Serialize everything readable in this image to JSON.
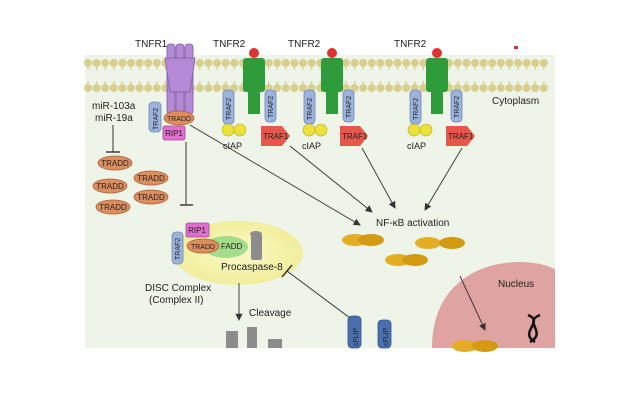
{
  "receptors": {
    "tnfr1": "TNFR1",
    "tnfr2_a": "TNFR2",
    "tnfr2_b": "TNFR2",
    "tnfr2_c": "TNFR2"
  },
  "compartments": {
    "cytoplasm": "Cytoplasm",
    "nucleus": "Nucleus"
  },
  "mirna": {
    "line1": "miR-103a",
    "line2": "miR-19a"
  },
  "adaptors": {
    "traf2": "TRAF2",
    "tradd": "TRADD",
    "rip1": "RIP1",
    "ciap": "cIAP",
    "traf1": "TRAF1",
    "fadd": "FADD",
    "cflip": "cFLIP"
  },
  "labels": {
    "nfkb_activation": "NF-κB activation",
    "procaspase": "Procaspase-8",
    "disc_line1": "DISC Complex",
    "disc_line2": "(Complex II)",
    "cleavage": "Cleavage"
  },
  "colors": {
    "background": "#eef4e8",
    "membrane": "#d7cf8f",
    "tnfr1": "#b48ad6",
    "tnfr2": "#2e9c3a",
    "traf2": "#9bb3dd",
    "tradd": "#dd8e5e",
    "rip1": "#e06fd0",
    "ciap": "#ece23a",
    "traf1": "#e4574a",
    "nfkb": "#e4ad24",
    "nucleus": "#dd9a9a",
    "disc": "#f3f0a8"
  }
}
